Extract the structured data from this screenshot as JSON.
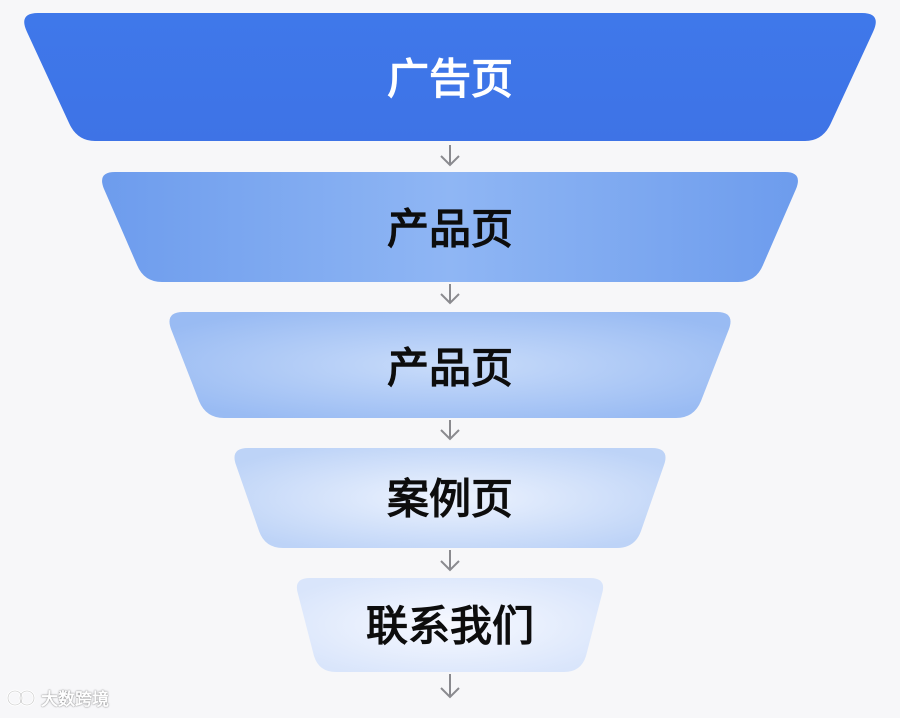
{
  "funnel": {
    "stages": [
      {
        "label": "广告页"
      },
      {
        "label": "产品页"
      },
      {
        "label": "产品页"
      },
      {
        "label": "案例页"
      },
      {
        "label": "联系我们"
      }
    ]
  },
  "watermark": {
    "text": "大数跨境",
    "icon": "logo-icon"
  }
}
